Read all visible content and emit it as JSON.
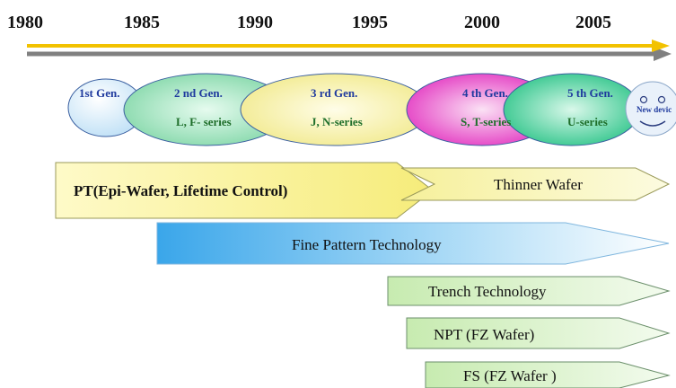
{
  "timeline": {
    "years": [
      "1980",
      "1985",
      "1990",
      "1995",
      "2000",
      "2005"
    ]
  },
  "generations": [
    {
      "title": "1st Gen.",
      "series": ""
    },
    {
      "title": "2 nd Gen.",
      "series": "L, F- series"
    },
    {
      "title": "3 rd Gen.",
      "series": "J,  N-series"
    },
    {
      "title": "4 th Gen.",
      "series": "S, T-series"
    },
    {
      "title": "5 th Gen.",
      "series": "U-series"
    }
  ],
  "new_device": {
    "label": "New devic"
  },
  "technologies": {
    "pt": "PT(Epi-Wafer, Lifetime Control)",
    "thinner": "Thinner Wafer",
    "fine": "Fine Pattern Technology",
    "trench": "Trench Technology",
    "npt": "NPT (FZ  Wafer)",
    "fs": "FS (FZ Wafer )"
  },
  "colors": {
    "timeline_yellow": "#f2c200",
    "timeline_gray": "#808080",
    "gen1": "#cfe7f7",
    "gen2": "#9fe0b9",
    "gen3": "#f7f2b8",
    "gen4": "#e840c8",
    "gen5": "#3fcf97",
    "pt_bar": "#fbf7a8",
    "fine_bar": "#57b6ec",
    "green_bar": "#d4f0c2"
  }
}
